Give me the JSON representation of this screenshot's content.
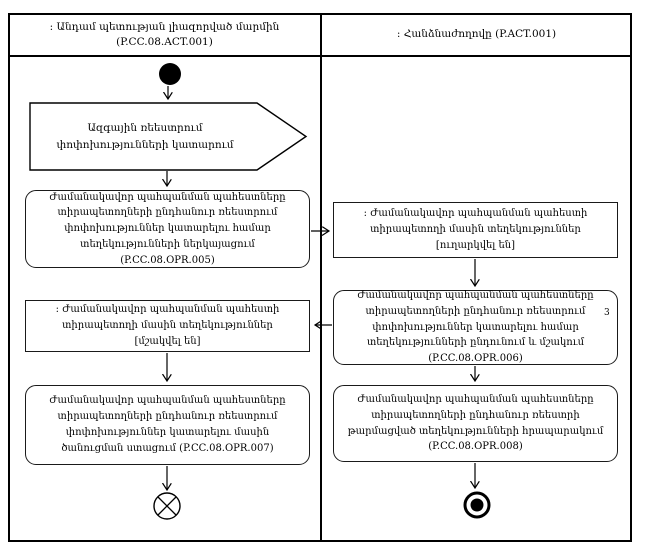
{
  "diagram": {
    "type": "uml-activity-diagram",
    "lanes": {
      "left": {
        "title": ": Անդամ պետության լիազորված մարմին (P.CC.08.ACT.001)"
      },
      "right": {
        "title": ": Հանձնաժողովը (P.ACT.001)"
      }
    },
    "nodes": {
      "signal_send": "Ազգային ռեեստրում փոփոխությունների կատարում",
      "action_opr005": "Ժամանակավոր պահպանման պահեստները տիրապետողների ընդհանուր ռեեստրում փոփոխություններ կատարելու համար տեղեկությունների ներկայացում (P.CC.08.OPR.005)",
      "object_sent": ": Ժամանակավոր պահպանման պահեստի տիրապետողի մասին տեղեկություններ [ուղարկվել են]",
      "action_opr006": "Ժամանակավոր պահպանման պահեստները տիրապետողների ընդհանուր ռեեստրում փոփոխություններ կատարելու համար տեղեկությունների ընդունում և մշակում (P.CC.08.OPR.006)",
      "action_opr006_marker": "3",
      "object_processed": ": Ժամանակավոր պահպանման պահեստի տիրապետողի մասին տեղեկություններ [մշակվել են]",
      "action_opr007": "Ժամանակավոր պահպանման պահեստները տիրապետողների ընդհանուր ռեեստրում փոփոխություններ կատարելու մասին ծանուցման ստացում (P.CC.08.OPR.007)",
      "action_opr008": "Ժամանակավոր պահպանման պահեստները տիրապետողների ընդհանուր ռեեստրի թարմացված տեղեկությունների հրապարակում (P.CC.08.OPR.008)"
    },
    "colors": {
      "line": "#000000",
      "background": "#ffffff",
      "text": "#000000"
    }
  }
}
